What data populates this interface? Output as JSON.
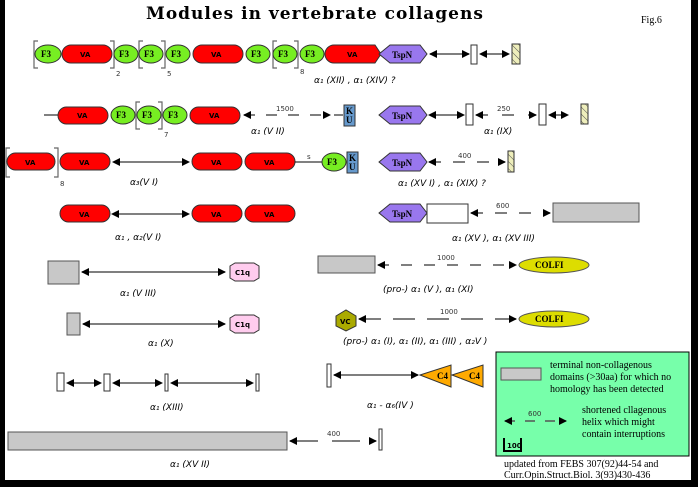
{
  "title": "Modules in vertebrate collagens",
  "figure_label": "Fig.6",
  "colors": {
    "VA": "#ff0000",
    "F3": "#77ee22",
    "TspN": "#9977ee",
    "KU": "#6699cc",
    "C1q": "#ffccee",
    "COLFI": "#dddd00",
    "VC": "#aaaa00",
    "C4": "#ffaa00",
    "nc_domain": "#c8c8c8",
    "hatched": "#eeeebb",
    "legend_bg": "#77ffaa",
    "frame": "#000000",
    "panel": "#ffffff"
  },
  "modules": {
    "VA": "VA",
    "F3": "F3",
    "TspN": "TspN",
    "KU_top": "K",
    "KU_bottom": "U",
    "C1q": "C1q",
    "COLFI": "COLFI",
    "VC": "VC",
    "C4": "C4"
  },
  "repeats": {
    "r2": "2",
    "r5": "5",
    "r8a": "8",
    "r7": "7",
    "r8b": "8",
    "s": "s"
  },
  "helix_lengths": {
    "vii": "1500",
    "ix": "250",
    "xvi": "400",
    "xv": "600",
    "v_xi": "1000",
    "i_ii_iii": "1000",
    "xvii": "400"
  },
  "collagens": {
    "xii_xiv": "α₁ (XII) , α₁ (XIV) ?",
    "vii": "α₁ (V II)",
    "ix": "α₁ (IX)",
    "vi_a3": "α₃(V I)",
    "xvi_xix": "α₁ (XV I) , α₁ (XIX) ?",
    "vi_a1a2": "α₁ ,  α₂(V I)",
    "xv_xviii": "α₁ (XV ), α₁ (XV III)",
    "viii": "α₁ (V III)",
    "v_xi": "(pro-)   α₁ (V ), α₁ (XI)",
    "x": "α₁  (X)",
    "fibrillar": "(pro-) α₁ (I), α₁ (II), α₁ (III) , α₂V )",
    "xiii": "α₁  (XIII)",
    "iv": "α₁ - α₆(IV )",
    "xvii": "α₁ (XV II)"
  },
  "legend": {
    "nc_line1": "terminal non-collagenous",
    "nc_line2": "domains (>30aa) for which no",
    "nc_line3": "homology has been detected",
    "helix_number": "600",
    "helix_line1": "shortened cllagenous",
    "helix_line2": "helix which might",
    "helix_line3": "contain interruptions",
    "scale": "100"
  },
  "reference": {
    "line1": "updated from FEBS 307(92)44-54 and",
    "line2": "Curr.Opin.Struct.Biol. 3(93)430-436"
  }
}
